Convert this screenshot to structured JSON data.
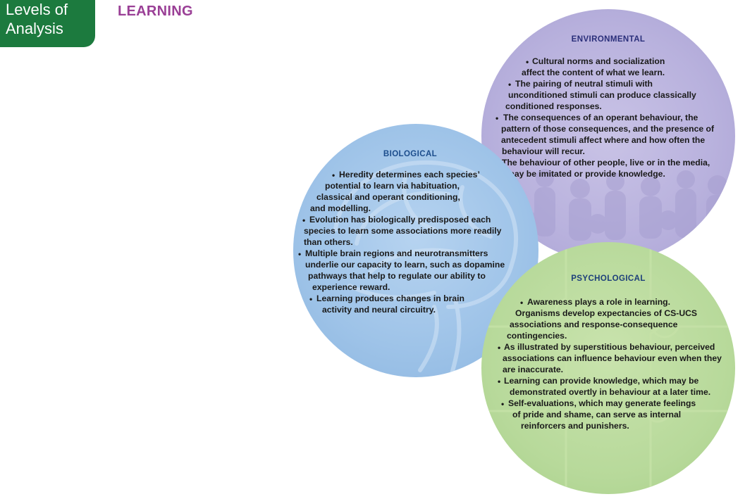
{
  "badge": {
    "line1": "Levels of",
    "line2": "Analysis"
  },
  "title": "LEARNING",
  "colors": {
    "badge_green": "#1c7a3e",
    "title_purple": "#9a3f96",
    "biological_blue": "#9ec3e8",
    "environmental_lavender": "#b8b1dd",
    "psychological_green": "#b7d99a",
    "heading_navy": "#1d3f7a"
  },
  "biological": {
    "heading": "BIOLOGICAL",
    "lines": [
      "Heredity determines each species’",
      "potential to learn via habituation,",
      "classical and operant conditioning,",
      "and modelling.",
      "Evolution has biologically predisposed each",
      "species to learn some associations more readily",
      "than others.",
      "Multiple brain regions and neurotransmitters",
      "underlie our capacity to learn, such as dopamine",
      "pathways that help to regulate our ability to",
      "experience reward.",
      "Learning produces changes in brain",
      "activity and neural circuitry."
    ]
  },
  "environmental": {
    "heading": "ENVIRONMENTAL",
    "lines": [
      "Cultural norms and socialization",
      "affect the content of what we learn.",
      "The pairing of neutral stimuli with",
      "unconditioned stimuli can produce classically",
      "conditioned responses.",
      "The consequences of an operant behaviour, the",
      "pattern of those consequences, and the presence of",
      "antecedent stimuli affect where and how often the",
      "behaviour will recur.",
      "The behaviour of other people, live or in the media,",
      "may be imitated or provide knowledge."
    ]
  },
  "psychological": {
    "heading": "PSYCHOLOGICAL",
    "lines": [
      "Awareness plays a role in learning.",
      "Organisms develop expectancies of CS-UCS",
      "associations and response-consequence",
      "contingencies.",
      "As illustrated by superstitious behaviour, perceived",
      "associations can influence behaviour even when they",
      "are inaccurate.",
      "Learning can provide knowledge, which may be",
      "demonstrated overtly in behaviour at a later time.",
      "Self-evaluations, which may generate feelings",
      "of pride and shame, can serve as internal",
      "reinforcers and punishers."
    ]
  }
}
